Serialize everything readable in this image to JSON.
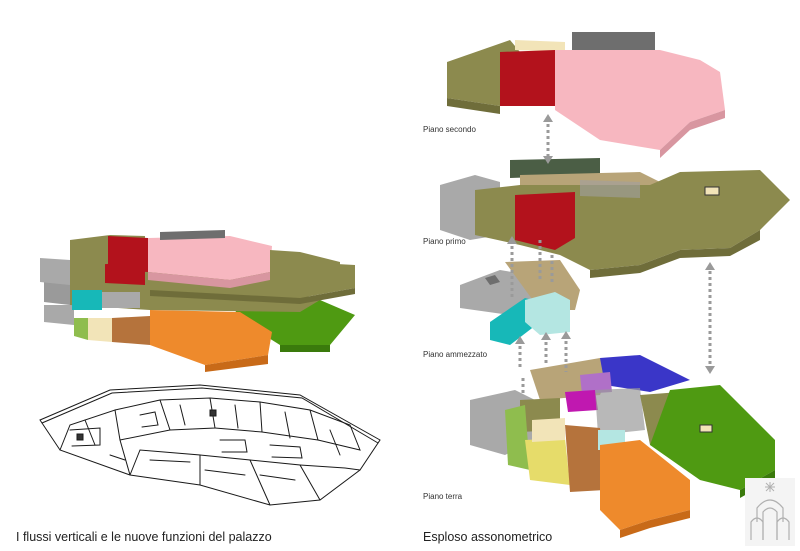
{
  "captions": {
    "left": "I flussi verticali e le nuove funzioni del palazzo",
    "right": "Esploso assonometrico"
  },
  "floors": {
    "secondo": "Piano secondo",
    "primo": "Piano primo",
    "ammezzato": "Piano ammezzato",
    "terra": "Piano terra"
  },
  "colors": {
    "olive": "#8c8a4e",
    "red": "#b3121c",
    "pink": "#f7b7c0",
    "gray": "#a9a9a9",
    "darkgray": "#6e6e6e",
    "orange": "#ee8a2c",
    "green": "#4f9a12",
    "blue": "#3a36c8",
    "teal": "#17b8b8",
    "lightcyan": "#b4e6e2",
    "brown": "#b5733c",
    "yellow": "#e6dc6a",
    "purple": "#b070c8",
    "magenta": "#c018b0",
    "lightgreen": "#8fbd4e",
    "cream": "#f2e4b8",
    "tan": "#b8a478",
    "darkgreen": "#4b5e45"
  },
  "logo": {
    "icon": "palazzo-stepped-logo"
  }
}
